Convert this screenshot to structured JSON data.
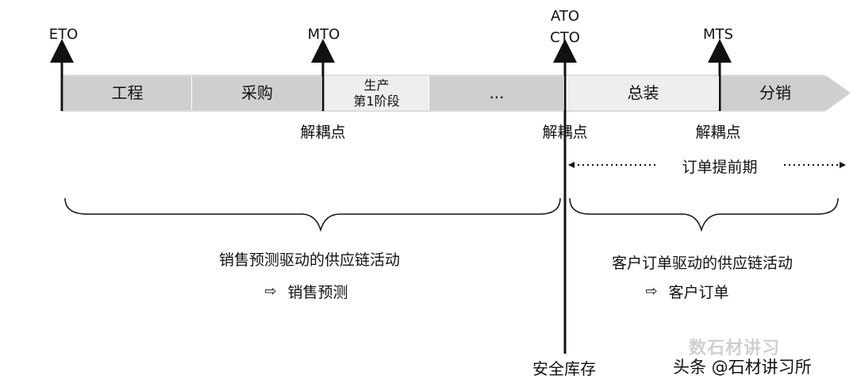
{
  "top_labels": {
    "eto": "ETO",
    "mto": "MTO",
    "ato": "ATO",
    "cto": "CTO",
    "mts": "MTS"
  },
  "segments": {
    "engineering": "工程",
    "procurement": "采购",
    "production_line1": "生产",
    "production_line2": "第1阶段",
    "ellipsis": "...",
    "assembly": "总装",
    "distribution": "分销"
  },
  "decoupling_label": "解耦点",
  "lead_time_label": "订单提前期",
  "forecast_side": {
    "title": "销售预测驱动的供应链活动",
    "arrow_glyph": "⇨",
    "driver": "销售预测"
  },
  "order_side": {
    "title": "客户订单驱动的供应链活动",
    "arrow_glyph": "⇨",
    "driver": "客户订单"
  },
  "safety_stock_label": "安全库存",
  "watermark": {
    "text": "头条 @石材讲习所",
    "faint": "数石材讲习"
  },
  "colors": {
    "dark_segment": "#cfcfcf",
    "light_segment": "#eeeeee",
    "line": "#111111"
  }
}
